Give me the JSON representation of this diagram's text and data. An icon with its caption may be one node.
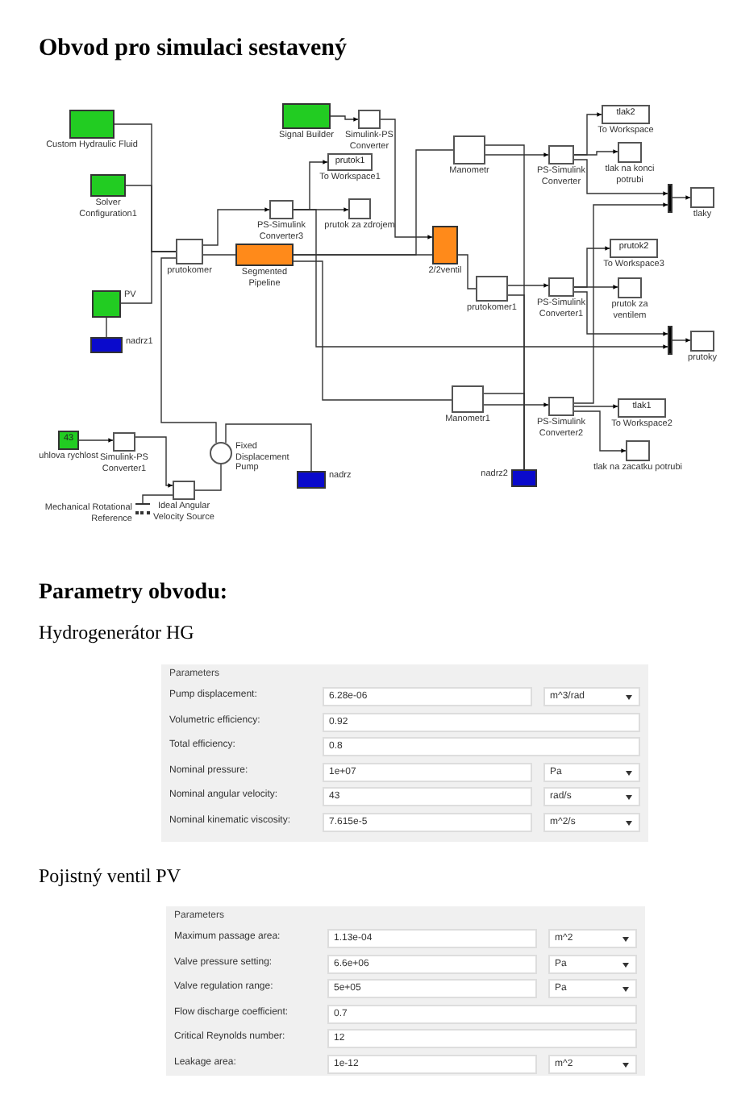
{
  "diagram": {
    "title": "Obvod pro simulaci sestavený",
    "nodes": [
      {
        "text": [
          "Custom Hydraulic Fluid"
        ]
      },
      {
        "text": [
          "Solver Configuration1"
        ]
      },
      {
        "text": [
          "Signal Builder"
        ]
      },
      {
        "text": [
          "Simulink-PS Converter"
        ]
      },
      {
        "text": [
          "prutok1",
          "To Workspace1"
        ]
      },
      {
        "text": [
          "PS-Simulink Converter3"
        ]
      },
      {
        "text": [
          "prutok za zdrojem"
        ]
      },
      {
        "text": [
          "prutokomer"
        ]
      },
      {
        "text": [
          "Segmented Pipeline"
        ]
      },
      {
        "text": [
          "PV"
        ]
      },
      {
        "text": [
          "nadrz1"
        ]
      },
      {
        "text": [
          "Manometr"
        ]
      },
      {
        "text": [
          "PS-Simulink Converter"
        ]
      },
      {
        "text": [
          "tlak2",
          "To Workspace"
        ]
      },
      {
        "text": [
          "tlak na konci potrubi"
        ]
      },
      {
        "text": [],
        "shape": "bar"
      },
      {
        "text": [
          "tlaky"
        ]
      },
      {
        "text": [
          "2/2ventil"
        ]
      },
      {
        "text": [
          "prutokomer1"
        ]
      },
      {
        "text": [
          "PS-Simulink Converter1"
        ]
      },
      {
        "text": [
          "prutok2",
          "To Workspace3"
        ]
      },
      {
        "text": [
          "prutok za ventilem"
        ]
      },
      {
        "text": [],
        "shape": "bar"
      },
      {
        "text": [
          "prutoky"
        ]
      },
      {
        "text": [
          "Manometr1"
        ]
      },
      {
        "text": [
          "PS-Simulink Converter2"
        ]
      },
      {
        "text": [
          "tlak1",
          "To Workspace2"
        ]
      },
      {
        "text": [
          "tlak na zacatku potrubi"
        ]
      },
      {
        "text": [
          "nadrz2"
        ]
      },
      {
        "text": [
          "43",
          "uhlova rychlost"
        ]
      },
      {
        "text": [
          "Simulink-PS Converter1"
        ]
      },
      {
        "text": [
          "Fixed Displacement Pump"
        ]
      },
      {
        "text": [
          "nadrz"
        ]
      },
      {
        "text": [
          "Ideal Angular Velocity Source"
        ]
      },
      {
        "text": [
          "Mechanical Rotational Reference"
        ]
      }
    ],
    "edges": [
      {
        "from": 0,
        "to": 7,
        "arrow": "none"
      },
      {
        "from": 1,
        "to": 7,
        "arrow": "none"
      },
      {
        "from": 9,
        "to": 7,
        "arrow": "none"
      },
      {
        "from": 9,
        "to": 10,
        "arrow": "none"
      },
      {
        "from": 2,
        "to": 3,
        "arrow": "to"
      },
      {
        "from": 3,
        "to": 17,
        "arrow": "to"
      },
      {
        "from": 7,
        "to": 5,
        "arrow": "to"
      },
      {
        "from": 5,
        "to": 6,
        "arrow": "to"
      },
      {
        "from": 5,
        "to": 4,
        "arrow": "to"
      },
      {
        "from": 5,
        "to": 22,
        "arrow": "to"
      },
      {
        "from": 7,
        "to": 8,
        "arrow": "none"
      },
      {
        "from": 8,
        "to": 17,
        "arrow": "none"
      },
      {
        "from": 8,
        "to": 11,
        "arrow": "none"
      },
      {
        "from": 11,
        "to": 12,
        "arrow": "to"
      },
      {
        "from": 12,
        "to": 13,
        "arrow": "to"
      },
      {
        "from": 12,
        "to": 14,
        "arrow": "to"
      },
      {
        "from": 12,
        "to": 15,
        "arrow": "to"
      },
      {
        "from": 15,
        "to": 16,
        "arrow": "to"
      },
      {
        "from": 11,
        "to": 28,
        "arrow": "none"
      },
      {
        "from": 17,
        "to": 18,
        "arrow": "none"
      },
      {
        "from": 18,
        "to": 19,
        "arrow": "to"
      },
      {
        "from": 19,
        "to": 20,
        "arrow": "to"
      },
      {
        "from": 19,
        "to": 21,
        "arrow": "to"
      },
      {
        "from": 19,
        "to": 22,
        "arrow": "to"
      },
      {
        "from": 22,
        "to": 23,
        "arrow": "to"
      },
      {
        "from": 18,
        "to": 28,
        "arrow": "none"
      },
      {
        "from": 7,
        "to": 31,
        "arrow": "none"
      },
      {
        "from": 8,
        "to": 24,
        "arrow": "none"
      },
      {
        "from": 24,
        "to": 28,
        "arrow": "none"
      },
      {
        "from": 24,
        "to": 25,
        "arrow": "to"
      },
      {
        "from": 25,
        "to": 26,
        "arrow": "to"
      },
      {
        "from": 25,
        "to": 27,
        "arrow": "to"
      },
      {
        "from": 25,
        "to": 15,
        "arrow": "to"
      },
      {
        "from": 31,
        "to": 32,
        "arrow": "none"
      },
      {
        "from": 29,
        "to": 30,
        "arrow": "to"
      },
      {
        "from": 30,
        "to": 33,
        "arrow": "to"
      },
      {
        "from": 33,
        "to": 31,
        "arrow": "none"
      },
      {
        "from": 34,
        "to": 33,
        "arrow": "none"
      }
    ],
    "labels": [
      "Parametry obvodu:",
      "Hydrogenerátor HG",
      "Parameters",
      "Pump displacement:",
      "6.28e-06",
      "m^3/rad",
      "Volumetric efficiency:",
      "0.92",
      "Total efficiency:",
      "0.8",
      "Nominal pressure:",
      "1e+07",
      "Pa",
      "Nominal angular velocity:",
      "43",
      "rad/s",
      "Nominal kinematic viscosity:",
      "7.615e-5",
      "m^2/s",
      "Pojistný ventil PV",
      "Parameters",
      "Maximum passage area:",
      "1.13e-04",
      "m^2",
      "Valve pressure setting:",
      "6.6e+06",
      "Pa",
      "Valve regulation range:",
      "5e+05",
      "Pa",
      "Flow discharge coefficient:",
      "0.7",
      "Critical Reynolds number:",
      "12",
      "Leakage area:",
      "1e-12",
      "m^2"
    ]
  }
}
